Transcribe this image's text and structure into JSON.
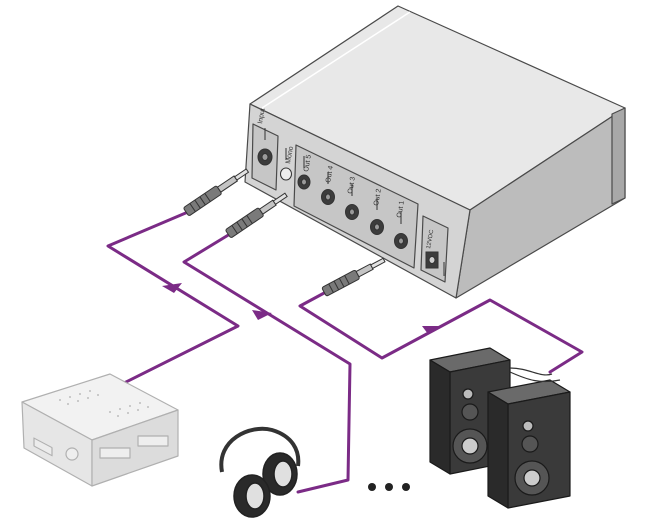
{
  "device": {
    "labels": {
      "input": "Input",
      "mono": "Mono",
      "out5": "Out 5",
      "out4": "Out 4",
      "out3": "Out 3",
      "out2": "Out 2",
      "out1": "Out 1",
      "power": "12VDC"
    }
  },
  "colors": {
    "cable": "#7b2b86",
    "device_top": "#e6e6e6",
    "device_front": "#d2d2d2",
    "device_side": "#b9b9b9",
    "outline": "#4a4a4a"
  },
  "icons": {
    "source": "audio-player-icon",
    "headphones": "headphones-icon",
    "speakers": "speaker-pair-icon",
    "more": "ellipsis-icon"
  }
}
